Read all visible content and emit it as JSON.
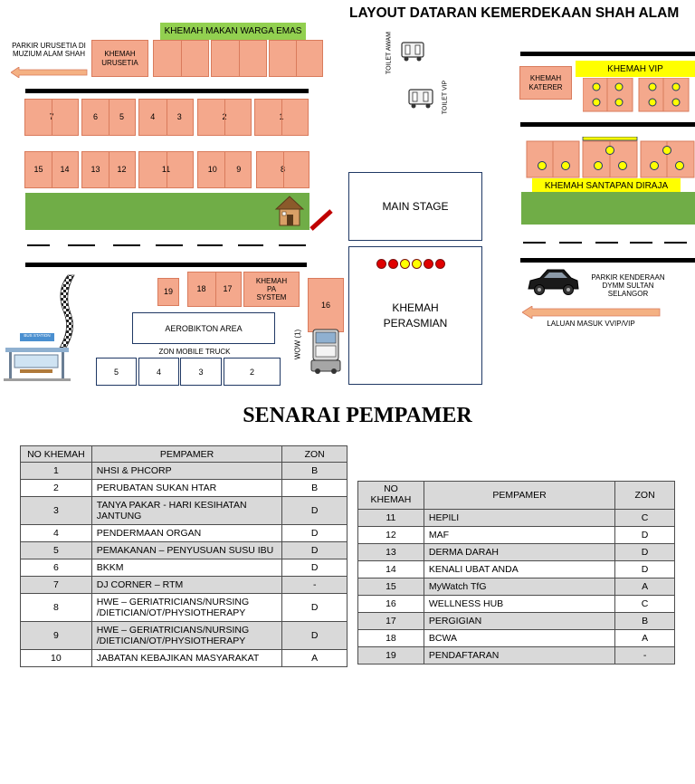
{
  "layout_title": "LAYOUT DATARAN KEMERDEKAAN SHAH ALAM",
  "labels": {
    "khemah_makan": "KHEMAH MAKAN WARGA EMAS",
    "parkir_urusetia": "PARKIR URUSETIA DI MUZIUM ALAM SHAH",
    "khemah_urusetia": "KHEMAH URUSETIA",
    "toilet_awam": "TOILET AWAM",
    "toilet_vip": "TOILET VIP",
    "khemah_vip": "KHEMAH VIP",
    "khemah_katerer": "KHEMAH KATERER",
    "khemah_santapan": "KHEMAH SANTAPAN DIRAJA",
    "main_stage": "MAIN STAGE",
    "khemah_perasmian": "KHEMAH PERASMIAN",
    "parkir_dymm": "PARKIR KENDERAAN DYMM SULTAN SELANGOR",
    "laluan_vvip": "LALUAN MASUK VVIP/VIP",
    "khemah_pa": "KHEMAH PA SYSTEM",
    "aerobikton": "AEROBIKTON AREA",
    "zon_mobile": "ZON MOBILE TRUCK",
    "wow": "WOW (1)",
    "bus_station": "BUS STATION"
  },
  "tents": {
    "row1": [
      "7",
      "6",
      "5",
      "4",
      "3",
      "2",
      "1"
    ],
    "row2": [
      "15",
      "14",
      "13",
      "12",
      "11",
      "10",
      "9",
      "8"
    ],
    "lower": [
      "19",
      "18",
      "17",
      "16"
    ],
    "mobile_truck": [
      "5",
      "4",
      "3",
      "2"
    ]
  },
  "colors": {
    "tent": "#f4a88c",
    "grass": "#70ad47",
    "highlight": "#ffff00",
    "arrow": "#f4b183",
    "lights": [
      "#e00000",
      "#e00000",
      "#ffff00",
      "#ffff00",
      "#e00000",
      "#e00000"
    ]
  },
  "list_title": "SENARAI PEMPAMER",
  "table_left": {
    "headers": [
      "NO KHEMAH",
      "PEMPAMER",
      "ZON"
    ],
    "rows": [
      [
        "1",
        "NHSI & PHCORP",
        "B"
      ],
      [
        "2",
        "PERUBATAN SUKAN HTAR",
        "B"
      ],
      [
        "3",
        "TANYA PAKAR - HARI KESIHATAN JANTUNG",
        "D"
      ],
      [
        "4",
        "PENDERMAAN ORGAN",
        "D"
      ],
      [
        "5",
        "PEMAKANAN – PENYUSUAN SUSU IBU",
        "D"
      ],
      [
        "6",
        "BKKM",
        "D"
      ],
      [
        "7",
        "DJ CORNER – RTM",
        "-"
      ],
      [
        "8",
        "HWE – GERIATRICIANS/NURSING /DIETICIAN/OT/PHYSIOTHERAPY",
        "D"
      ],
      [
        "9",
        "HWE – GERIATRICIANS/NURSING /DIETICIAN/OT/PHYSIOTHERAPY",
        "D"
      ],
      [
        "10",
        "JABATAN KEBAJIKAN MASYARAKAT",
        "A"
      ]
    ]
  },
  "table_right": {
    "headers": [
      "NO KHEMAH",
      "PEMPAMER",
      "ZON"
    ],
    "rows": [
      [
        "11",
        "HEPILI",
        "C"
      ],
      [
        "12",
        "MAF",
        "D"
      ],
      [
        "13",
        "DERMA DARAH",
        "D"
      ],
      [
        "14",
        "KENALI UBAT ANDA",
        "D"
      ],
      [
        "15",
        "MyWatch TfG",
        "A"
      ],
      [
        "16",
        "WELLNESS HUB",
        "C"
      ],
      [
        "17",
        "PERGIGIAN",
        "B"
      ],
      [
        "18",
        "BCWA",
        "A"
      ],
      [
        "19",
        "PENDAFTARAN",
        "-"
      ]
    ]
  }
}
